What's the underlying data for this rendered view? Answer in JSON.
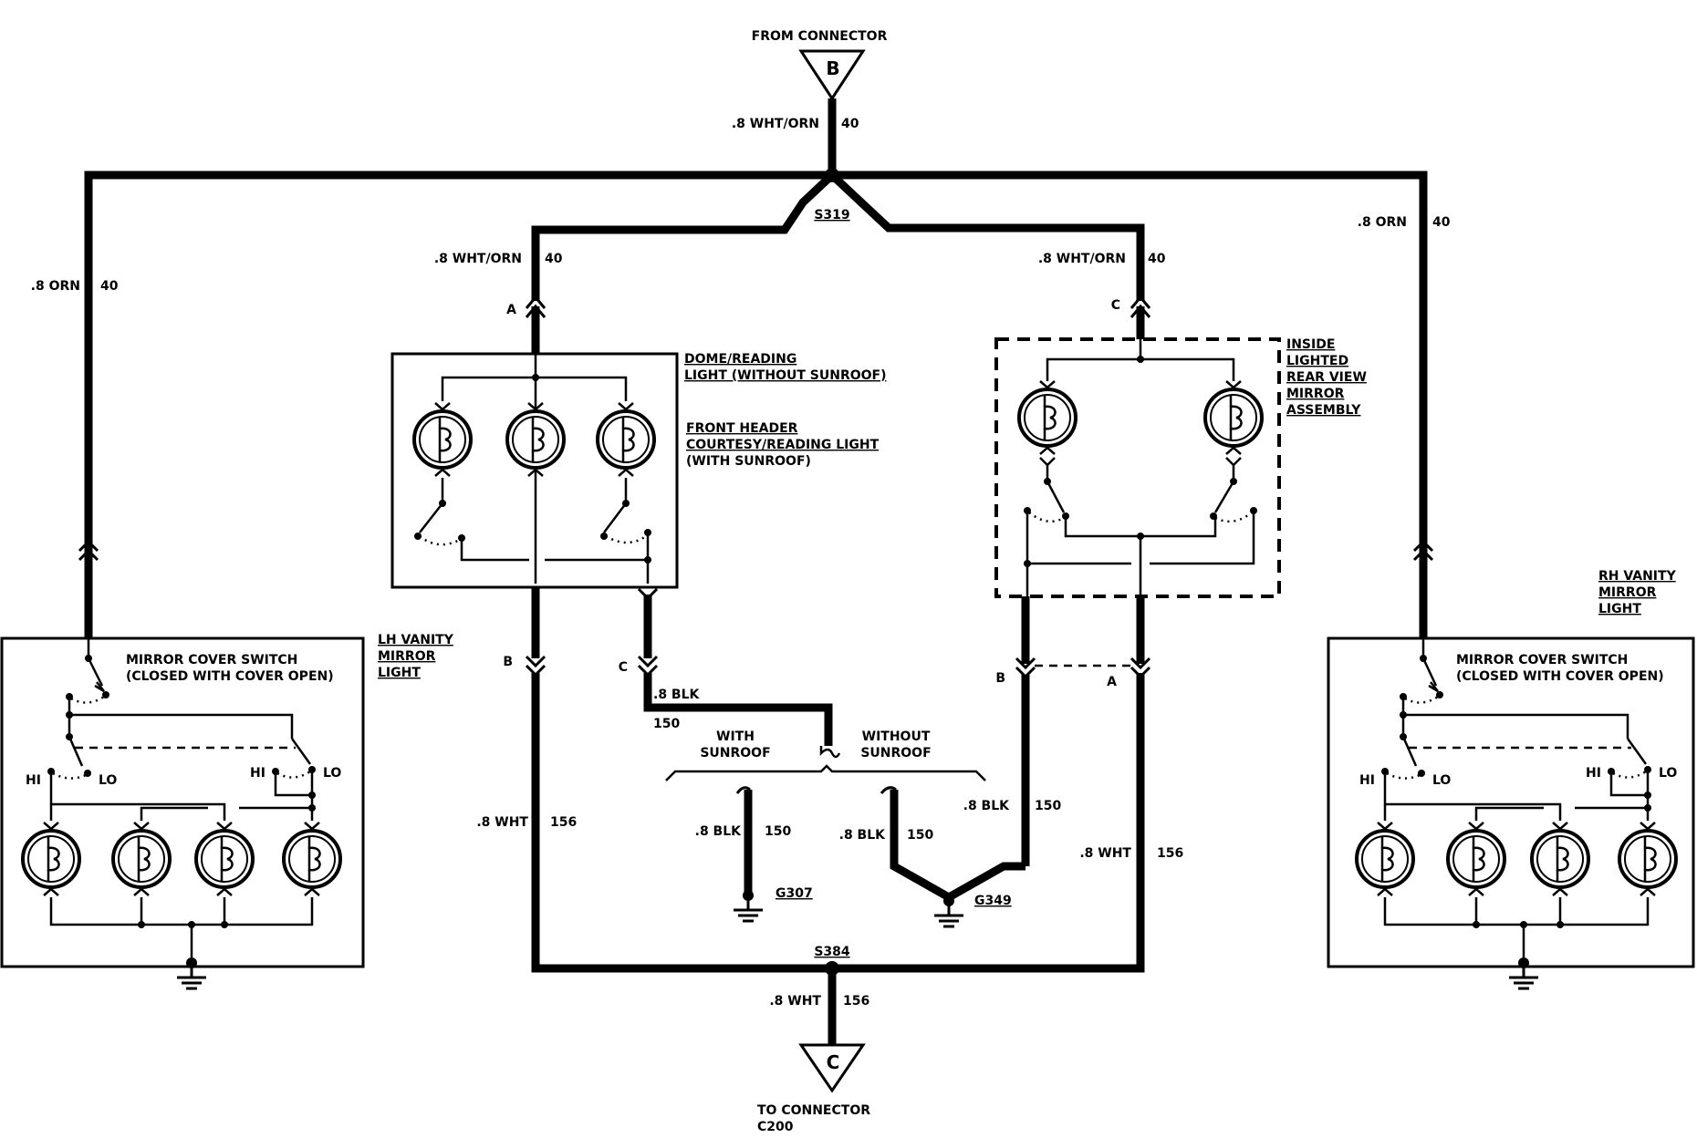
{
  "connectors": {
    "top": {
      "letter": "B",
      "label": "FROM CONNECTOR"
    },
    "bottom": {
      "letter": "C",
      "label_line1": "TO CONNECTOR",
      "label_line2": "C200"
    }
  },
  "splices": {
    "top": "S319",
    "bottom": "S384"
  },
  "grounds": {
    "g1": "G307",
    "g2": "G349"
  },
  "wires": {
    "feed_top": {
      "label": ".8 WHT/ORN",
      "circuit": "40"
    },
    "left_orn": {
      "label": ".8 ORN",
      "circuit": "40"
    },
    "right_orn": {
      "label": ".8 ORN",
      "circuit": "40"
    },
    "dome_feed": {
      "label": ".8 WHT/ORN",
      "circuit": "40"
    },
    "mirror_feed": {
      "label": ".8 WHT/ORN",
      "circuit": "40"
    },
    "dome_wht": {
      "label": ".8 WHT",
      "circuit": "156"
    },
    "mirror_wht": {
      "label": ".8 WHT",
      "circuit": "156"
    },
    "bottom_wht": {
      "label": ".8 WHT",
      "circuit": "156"
    },
    "dome_blk": {
      "label": ".8 BLK",
      "circuit": "150"
    },
    "g307_blk": {
      "label": ".8 BLK",
      "circuit": "150"
    },
    "g349_blk": {
      "label": ".8 BLK",
      "circuit": "150"
    },
    "mirror_blk": {
      "label": ".8 BLK",
      "circuit": "150"
    }
  },
  "pins": {
    "dome_a": "A",
    "dome_b": "B",
    "dome_c": "C",
    "mirror_c": "C",
    "mirror_b": "B",
    "mirror_a": "A"
  },
  "options": {
    "with": [
      "WITH",
      "SUNROOF"
    ],
    "without": [
      "WITHOUT",
      "SUNROOF"
    ]
  },
  "components": {
    "dome": {
      "title_lines": [
        "DOME/READING",
        "LIGHT (WITHOUT SUNROOF)"
      ],
      "alt_lines": [
        "FRONT HEADER",
        "COURTESY/READING LIGHT",
        "(WITH SUNROOF)"
      ]
    },
    "mirror": {
      "title_lines": [
        "INSIDE",
        "LIGHTED",
        "REAR VIEW",
        "MIRROR",
        "ASSEMBLY"
      ]
    },
    "lh_vanity": {
      "title_lines": [
        "LH VANITY",
        "MIRROR",
        "LIGHT"
      ],
      "switch_lines": [
        "MIRROR COVER SWITCH",
        "(CLOSED WITH COVER OPEN)"
      ],
      "hi": "HI",
      "lo": "LO"
    },
    "rh_vanity": {
      "title_lines": [
        "RH VANITY",
        "MIRROR",
        "LIGHT"
      ],
      "switch_lines": [
        "MIRROR COVER SWITCH",
        "(CLOSED WITH COVER OPEN)"
      ],
      "hi": "HI",
      "lo": "LO"
    }
  }
}
